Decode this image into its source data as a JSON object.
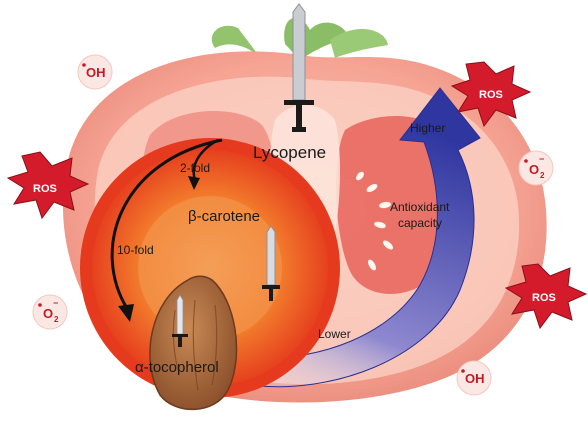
{
  "labels": {
    "lycopene": "Lycopene",
    "beta_carotene": "β-carotene",
    "tocopherol": "α-tocopherol",
    "two_fold": "2-fold",
    "ten_fold": "10-fold",
    "higher": "Higher",
    "lower": "Lower",
    "antioxidant_line1": "Antioxidant",
    "antioxidant_line2": "capacity"
  },
  "ros_badges": {
    "left": "ROS",
    "top_right": "ROS",
    "bottom_right": "ROS"
  },
  "radicals": {
    "oh_top_left": "OH",
    "oh_bottom": "OH",
    "o2_left": "O",
    "o2_right": "O",
    "o2_sub": "2",
    "o2_sup": "−"
  },
  "colors": {
    "tomato_outer": "#f7a596",
    "tomato_inner": "#fde0d6",
    "leaf": "#8fbf6a",
    "carrot": "#f26a1b",
    "almond": "#b0703f",
    "ros_burst": "#d7192a",
    "arrow_blue": "#3b3fa8",
    "radical_bg": "#fbe7e3",
    "radical_text": "#c41a24"
  }
}
